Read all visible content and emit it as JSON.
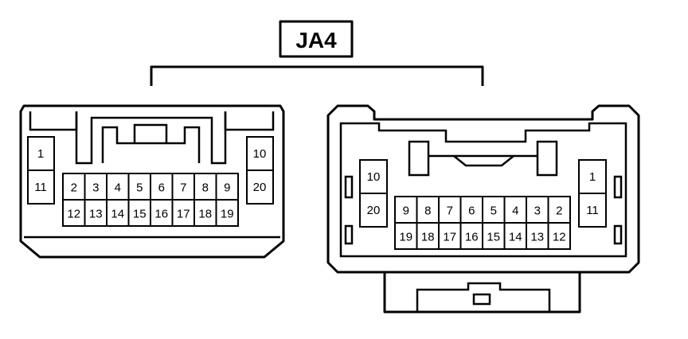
{
  "title": "JA4",
  "left": {
    "side_top": "1",
    "side_bottom": "11",
    "right_top": "10",
    "right_bottom": "20",
    "row_top": [
      "2",
      "3",
      "4",
      "5",
      "6",
      "7",
      "8",
      "9"
    ],
    "row_bottom": [
      "12",
      "13",
      "14",
      "15",
      "16",
      "17",
      "18",
      "19"
    ]
  },
  "right": {
    "side_top": "10",
    "side_bottom": "20",
    "right_top": "1",
    "right_bottom": "11",
    "row_top": [
      "9",
      "8",
      "7",
      "6",
      "5",
      "4",
      "3",
      "2"
    ],
    "row_bottom": [
      "19",
      "18",
      "17",
      "16",
      "15",
      "14",
      "13",
      "12"
    ]
  }
}
